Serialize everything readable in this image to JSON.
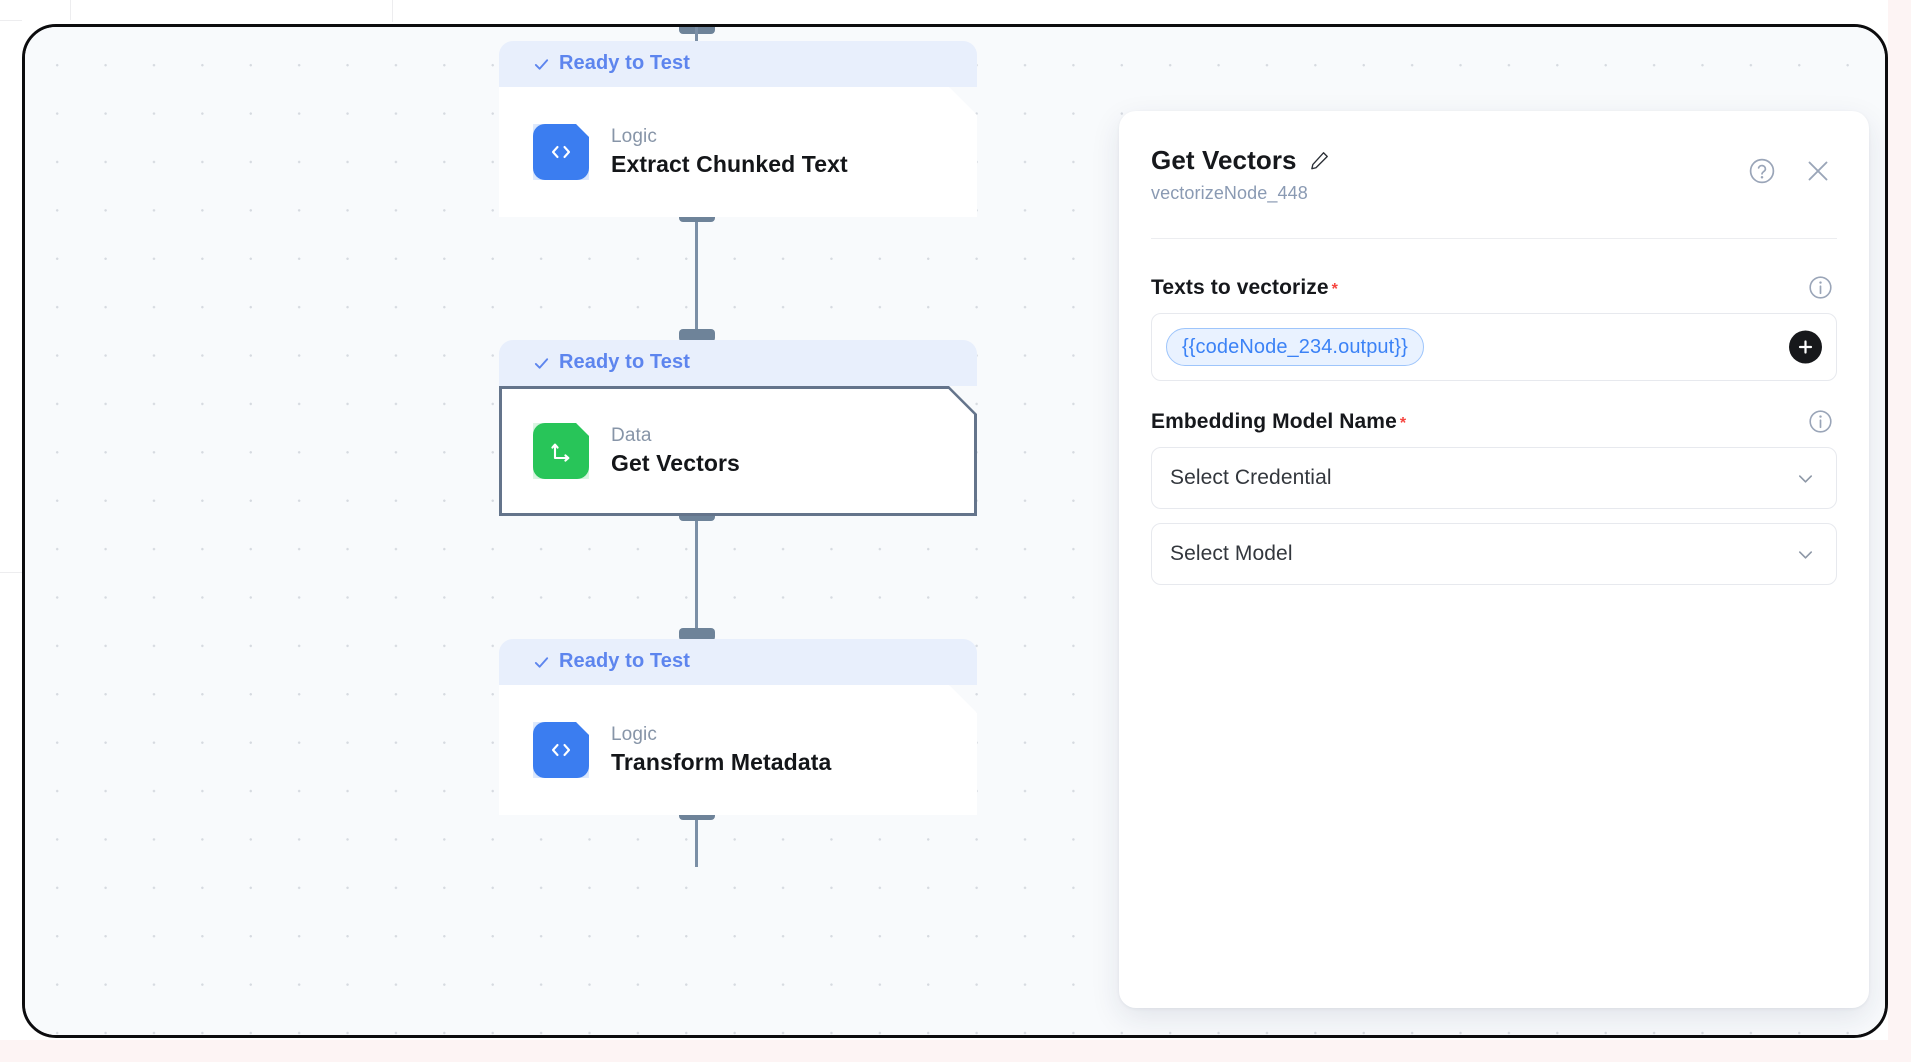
{
  "canvas": {
    "grid": "dotted",
    "nodes": [
      {
        "id": "node-extract-chunked-text",
        "status": "Ready to Test",
        "category": "Logic",
        "title": "Extract Chunked Text",
        "icon": "code-icon",
        "icon_color": "#3b7df0",
        "selected": false
      },
      {
        "id": "node-get-vectors",
        "status": "Ready to Test",
        "category": "Data",
        "title": "Get Vectors",
        "icon": "vector-axes-icon",
        "icon_color": "#28c559",
        "selected": true
      },
      {
        "id": "node-transform-metadata",
        "status": "Ready to Test",
        "category": "Logic",
        "title": "Transform Metadata",
        "icon": "code-icon",
        "icon_color": "#3b7df0",
        "selected": false
      }
    ]
  },
  "panel": {
    "title": "Get Vectors",
    "edit_icon": "pencil-icon",
    "subtitle": "vectorizeNode_448",
    "help_icon": "help-circle-icon",
    "close_icon": "close-icon",
    "fields": [
      {
        "label": "Texts to vectorize",
        "required": "*",
        "info_icon": "info-icon",
        "type": "token-input",
        "tokens": [
          "{{codeNode_234.output}}"
        ],
        "add_icon": "plus-icon"
      },
      {
        "label": "Embedding Model Name",
        "required": "*",
        "info_icon": "info-icon",
        "type": "select-group",
        "selects": [
          {
            "value": "Select Credential",
            "chevron": "chevron-down-icon"
          },
          {
            "value": "Select Model",
            "chevron": "chevron-down-icon"
          }
        ]
      }
    ]
  },
  "colors": {
    "status_text": "#5d85ee",
    "status_bg": "#e8effc",
    "token_text": "#3b82f6",
    "token_bg": "#e9f2ff",
    "required": "#f6453f",
    "logic_icon": "#3b7df0",
    "data_icon": "#28c559",
    "connector": "#6e8399",
    "frame_border": "#0c0c0e"
  }
}
